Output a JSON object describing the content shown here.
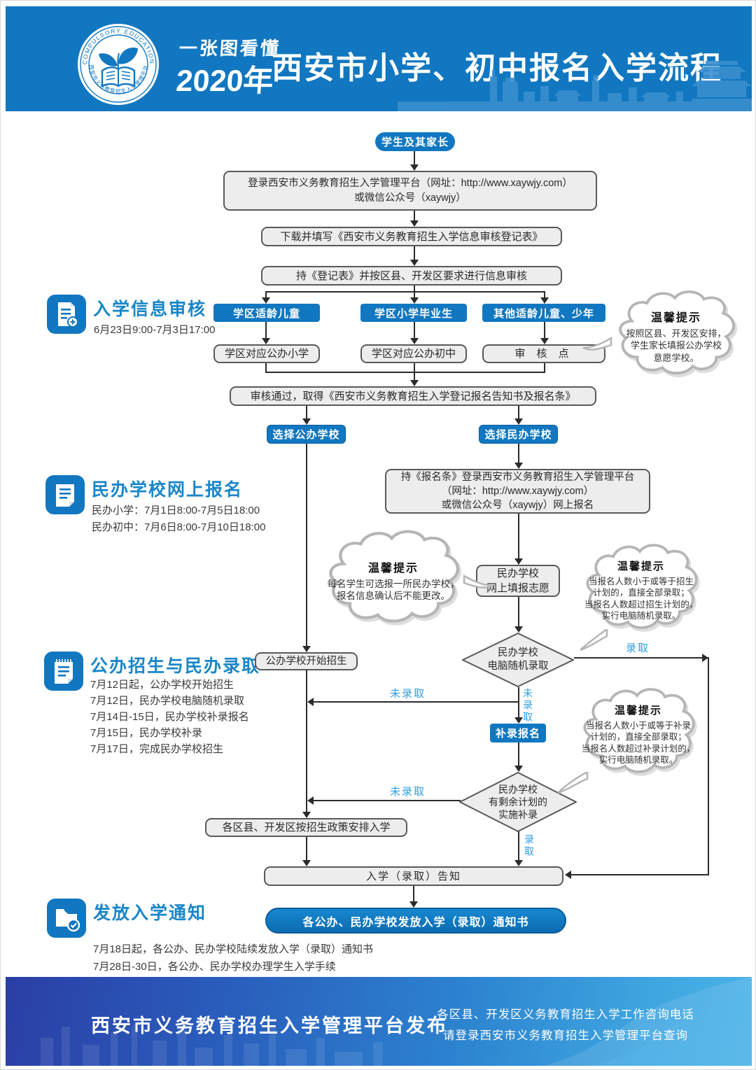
{
  "header": {
    "logo": {
      "ring_top": "COMPULSORY EDUCATION",
      "ring_bottom": "西安市义务教育招生入学管理平台"
    },
    "tagline": "一张图看懂",
    "year": "2020年",
    "title": "西安市小学、初中报名入学流程"
  },
  "sections": [
    {
      "title": "入学信息审核",
      "lines": [
        "6月23日9:00-7月3日17:00"
      ]
    },
    {
      "title": "民办学校网上报名",
      "lines": [
        "民办小学：7月1日8:00-7月5日18:00",
        "民办初中：7月6日8:00-7月10日18:00"
      ]
    },
    {
      "title": "公办招生与民办录取",
      "lines": [
        "7月12日起，公办学校开始招生",
        "7月12日，民办学校电脑随机录取",
        "7月14日-15日，民办学校补录报名",
        "7月15日，民办学校补录",
        "7月17日，完成民办学校招生"
      ]
    },
    {
      "title": "发放入学通知",
      "lines": [
        "7月18日起，各公办、民办学校陆续发放入学（录取）通知书",
        "7月28日-30日，各公办、民办学校办理学生入学手续"
      ]
    }
  ],
  "flow": {
    "start": "学生及其家长",
    "login": "登录西安市义务教育招生入学管理平台（网址：http://www.xaywjy.com）\n或微信公众号（xaywjy）",
    "download": "下载并填写《西安市义务教育招生入学信息审核登记表》",
    "verify": "持《登记表》并按区县、开发区要求进行信息审核",
    "categories": [
      "学区适龄儿童",
      "学区小学毕业生",
      "其他适龄儿童、少年"
    ],
    "category_targets": [
      "学区对应公办小学",
      "学区对应公办初中",
      "审 核 点"
    ],
    "pass": "审核通过，取得《西安市义务教育招生入学登记报名告知书及报名条》",
    "choose_public": "选择公办学校",
    "choose_private": "选择民办学校",
    "private_login": "持《报名条》登录西安市义务教育招生入学管理平台\n（网址：http://www.xaywjy.com）\n或微信公众号（xaywjy）网上报名",
    "private_apply": "民办学校\n网上填报志愿",
    "public_start": "公办学校开始招生",
    "lottery": "民办学校\n电脑随机录取",
    "makeup_register": "补录报名",
    "makeup_lottery": "民办学校\n有剩余计划的\n实施补录",
    "district_arrange": "各区县、开发区按招生政策安排入学",
    "admission_notify": "入学（录取）告知",
    "banner": "各公办、民办学校发放入学（录取）通知书",
    "labels": {
      "admitted": "录取",
      "not_admitted": "未录取"
    }
  },
  "tips": [
    {
      "title": "温馨提示",
      "body": "按照区县、开发区安排，\n学生家长填报公办学校\n意愿学校。"
    },
    {
      "title": "温馨提示",
      "body": "每名学生可选报一所民办学校，\n报名信息确认后不能更改。"
    },
    {
      "title": "温馨提示",
      "body": "当报名人数小于或等于招生\n计划的，直接全部录取；\n当报名人数超过招生计划的，\n实行电脑随机录取。"
    },
    {
      "title": "温馨提示",
      "body": "当报名人数小于或等于补录\n计划的，直接全部录取；\n当报名人数超过补录计划的，\n实行电脑随机录取。"
    }
  ],
  "footer": {
    "publisher": "西安市义务教育招生入学管理平台发布",
    "note_line1": "各区县、开发区义务教育招生入学工作咨询电话",
    "note_line2": "请登录西安市义务教育招生入学管理平台查询"
  },
  "colors": {
    "primary_blue": "#1177c0",
    "link_blue": "#2e9fe0"
  }
}
